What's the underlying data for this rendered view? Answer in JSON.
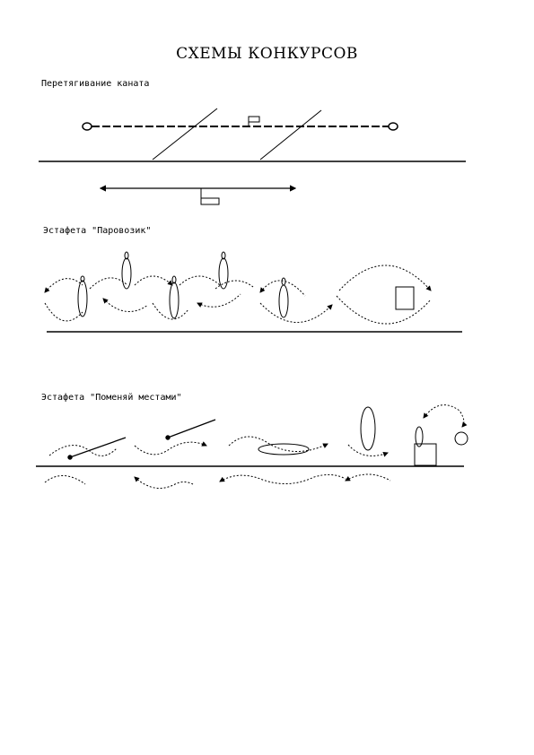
{
  "page": {
    "title": "СХЕМЫ КОНКУРСОВ"
  },
  "contests": [
    {
      "label": "Перетягивание каната"
    },
    {
      "label": "Эстафета \"Паровозик\""
    },
    {
      "label": "Эстафета \"Поменяй местами\""
    }
  ],
  "colors": {
    "ink": "#000000",
    "paper": "#ffffff"
  }
}
